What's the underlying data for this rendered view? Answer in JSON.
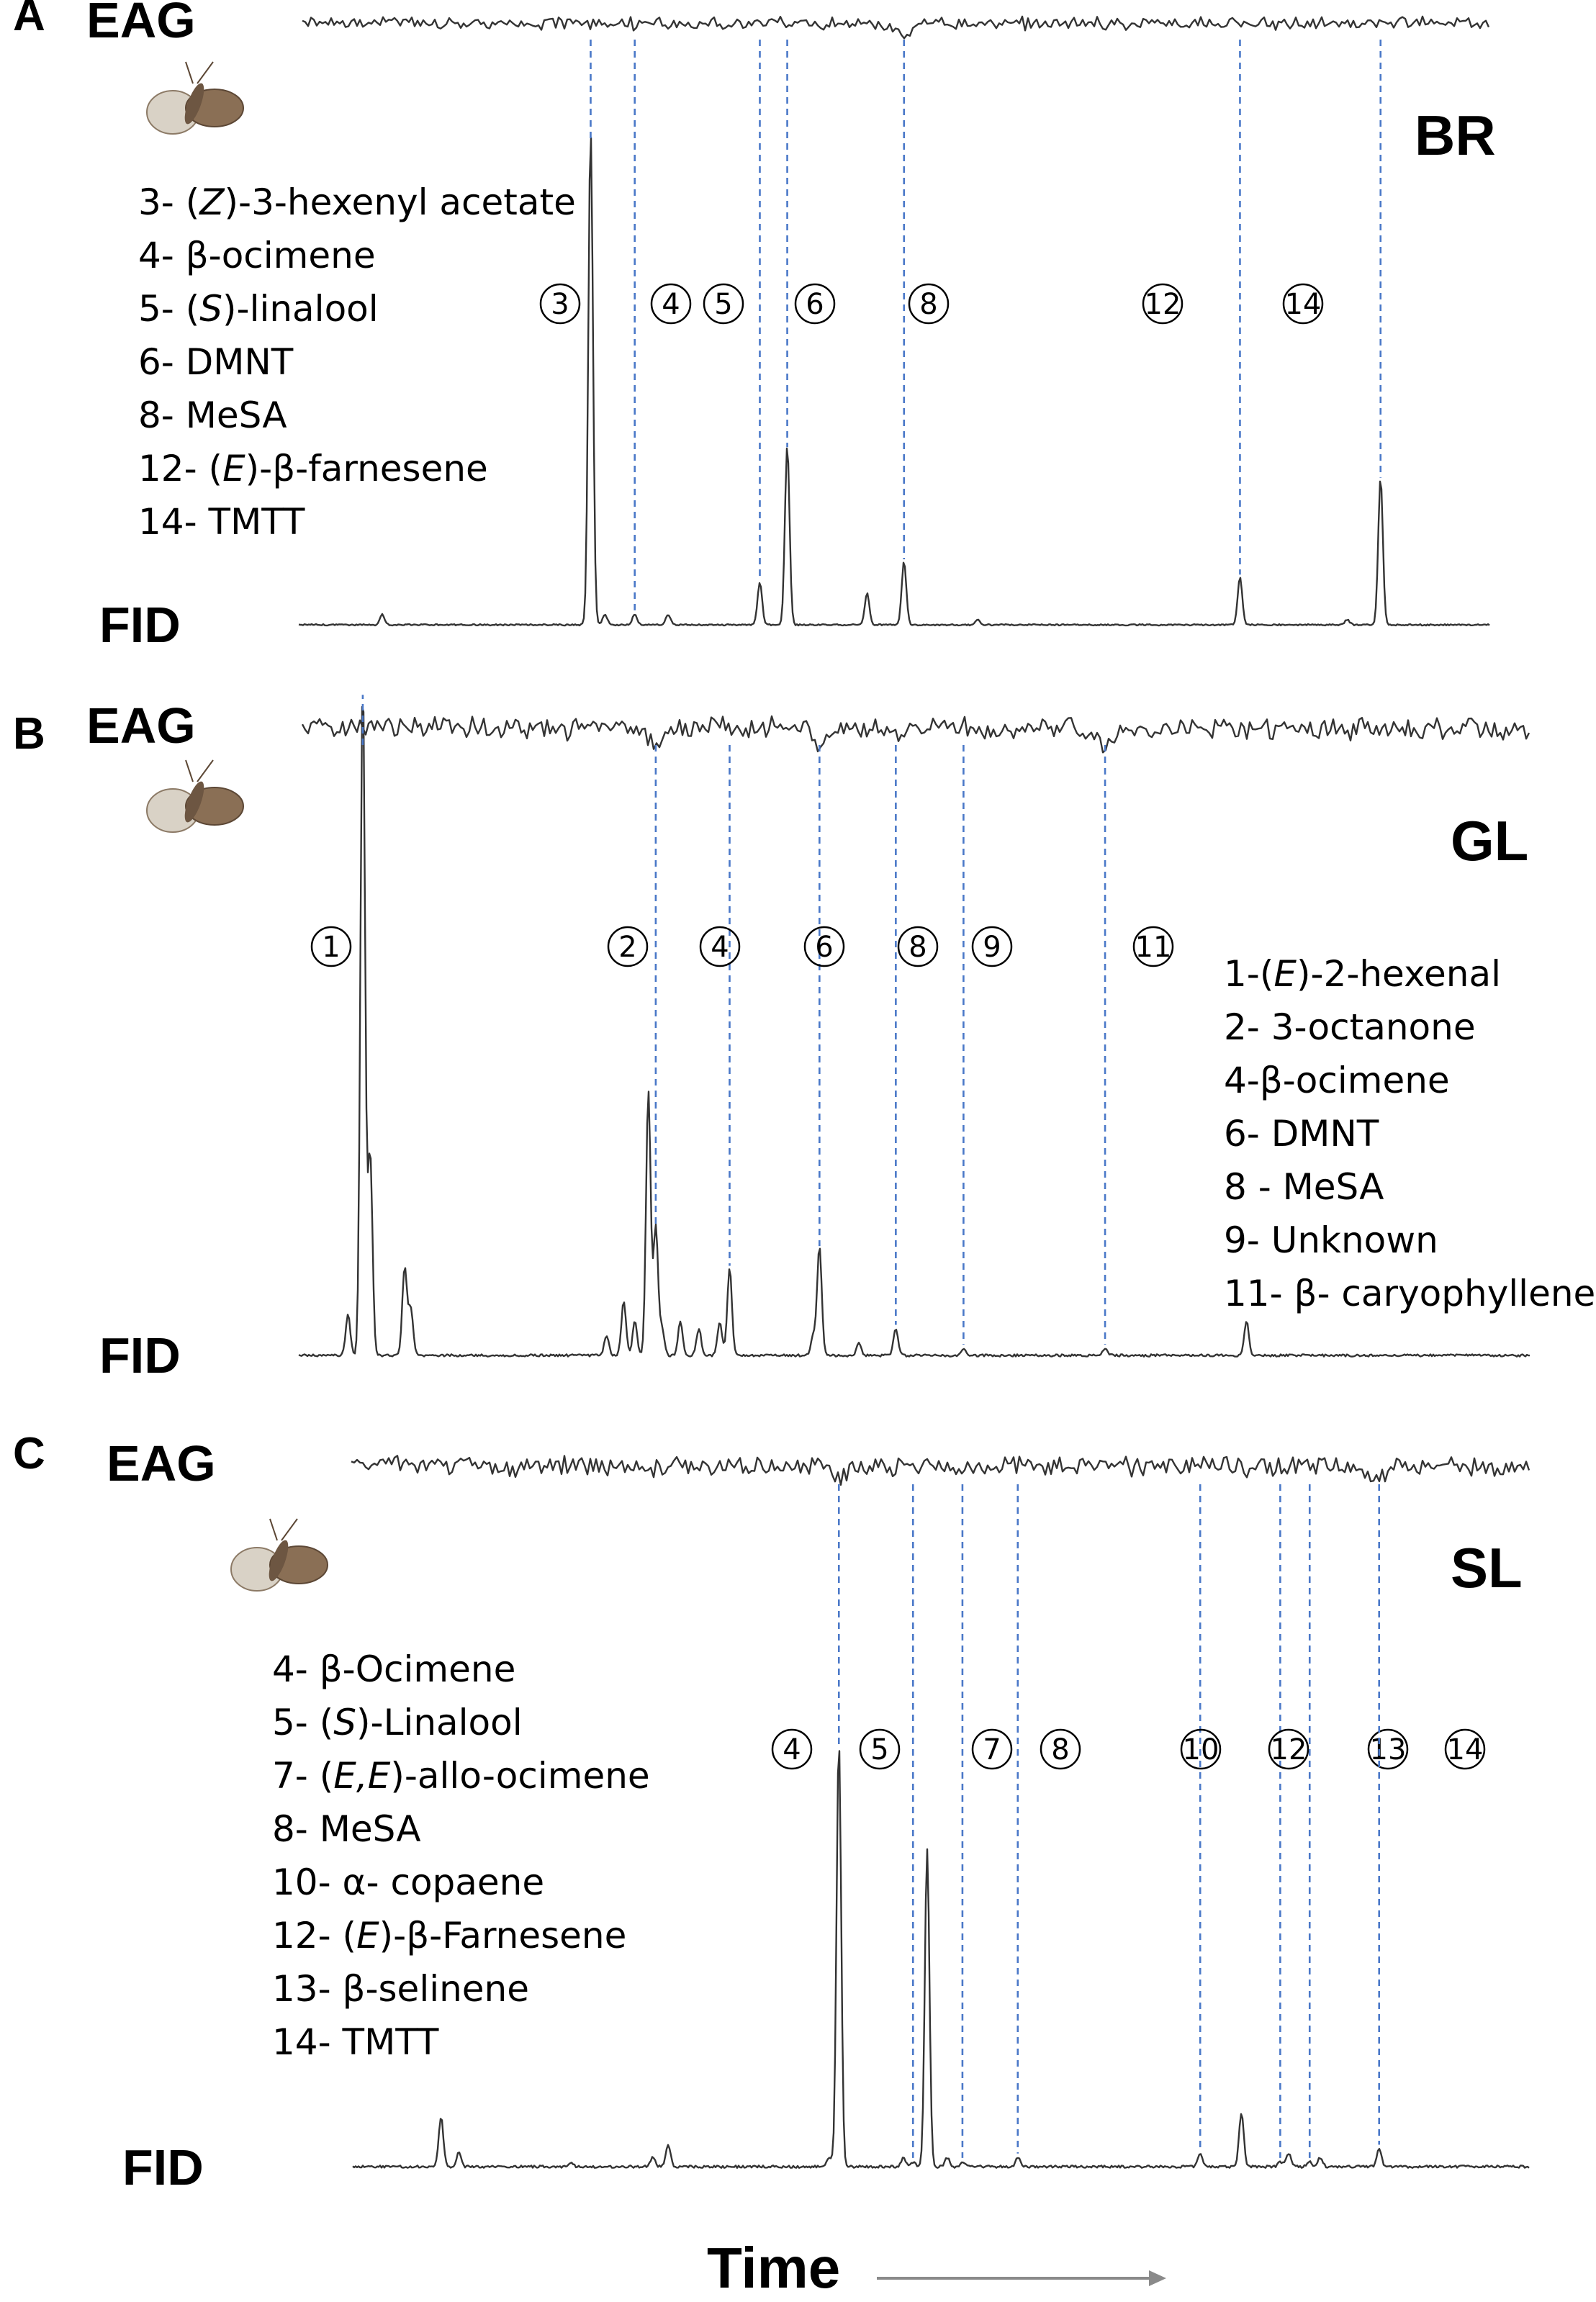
{
  "chart_data": [
    {
      "type": "line",
      "panel": "A",
      "tissue": "BR",
      "traces": [
        "EAG",
        "FID"
      ],
      "peaks": [
        {
          "num": "3",
          "name": "(Z)-3-hexenyl acetate",
          "x": 0.245,
          "fid": 0.94,
          "eag": 0.0
        },
        {
          "num": "4",
          "name": "β-ocimene",
          "x": 0.282,
          "fid": 0.02,
          "eag": 0.0
        },
        {
          "num": "5",
          "name": "(S)-linalool",
          "x": 0.387,
          "fid": 0.08,
          "eag": 0.0
        },
        {
          "num": "6",
          "name": "DMNT",
          "x": 0.41,
          "fid": 0.34,
          "eag": 0.0
        },
        {
          "num": "8",
          "name": "MeSA",
          "x": 0.508,
          "fid": 0.12,
          "eag": 0.35
        },
        {
          "num": "12",
          "name": "(E)-β-farnesene",
          "x": 0.79,
          "fid": 0.09,
          "eag": 0.0
        },
        {
          "num": "14",
          "name": "TMTT",
          "x": 0.908,
          "fid": 0.28,
          "eag": 0.0
        }
      ],
      "other_fid_peaks": [
        {
          "x": 0.07,
          "h": 0.02
        },
        {
          "x": 0.257,
          "h": 0.02
        },
        {
          "x": 0.31,
          "h": 0.02
        },
        {
          "x": 0.477,
          "h": 0.06
        },
        {
          "x": 0.57,
          "h": 0.01
        },
        {
          "x": 0.88,
          "h": 0.01
        }
      ],
      "legend": [
        {
          "num": "3- ",
          "name_pre": "(",
          "name_ital": "Z",
          "name_post": ")-3-hexenyl  acetate"
        },
        {
          "num": "4- ",
          "name_pre": "β-ocimene",
          "name_ital": "",
          "name_post": ""
        },
        {
          "num": "5- ",
          "name_pre": "(",
          "name_ital": "S",
          "name_post": ")-linalool"
        },
        {
          "num": "6- ",
          "name_pre": "DMNT",
          "name_ital": "",
          "name_post": ""
        },
        {
          "num": "8- ",
          "name_pre": "MeSA",
          "name_ital": "",
          "name_post": ""
        },
        {
          "num": "12- ",
          "name_pre": "(",
          "name_ital": "E",
          "name_post": ")-β-farnesene"
        },
        {
          "num": "14- ",
          "name_pre": "TMTT",
          "name_ital": "",
          "name_post": ""
        }
      ]
    },
    {
      "type": "line",
      "panel": "B",
      "tissue": "GL",
      "traces": [
        "EAG",
        "FID"
      ],
      "peaks": [
        {
          "num": "1",
          "name": "(E)-2-hexenal",
          "x": 0.052,
          "fid": 1.0,
          "eag": 0.0
        },
        {
          "num": "2",
          "name": "3-octanone",
          "x": 0.29,
          "fid": 0.19,
          "eag": 0.25
        },
        {
          "num": "4",
          "name": "β-ocimene",
          "x": 0.35,
          "fid": 0.13,
          "eag": 0.0
        },
        {
          "num": "6",
          "name": "DMNT",
          "x": 0.423,
          "fid": 0.16,
          "eag": 0.4
        },
        {
          "num": "8",
          "name": "MeSA",
          "x": 0.485,
          "fid": 0.04,
          "eag": 0.2
        },
        {
          "num": "9",
          "name": "Unknown",
          "x": 0.54,
          "fid": 0.01,
          "eag": 0.0
        },
        {
          "num": "11",
          "name": "β- caryophyllene",
          "x": 0.655,
          "fid": 0.01,
          "eag": 0.45
        }
      ],
      "other_fid_peaks": [
        {
          "x": 0.04,
          "h": 0.06
        },
        {
          "x": 0.058,
          "h": 0.3
        },
        {
          "x": 0.086,
          "h": 0.13
        },
        {
          "x": 0.091,
          "h": 0.07
        },
        {
          "x": 0.25,
          "h": 0.03
        },
        {
          "x": 0.264,
          "h": 0.08
        },
        {
          "x": 0.273,
          "h": 0.05
        },
        {
          "x": 0.284,
          "h": 0.39
        },
        {
          "x": 0.295,
          "h": 0.04
        },
        {
          "x": 0.31,
          "h": 0.05
        },
        {
          "x": 0.325,
          "h": 0.04
        },
        {
          "x": 0.342,
          "h": 0.05
        },
        {
          "x": 0.418,
          "h": 0.03
        },
        {
          "x": 0.455,
          "h": 0.02
        },
        {
          "x": 0.77,
          "h": 0.05
        }
      ],
      "legend": [
        {
          "num": "1-",
          "name_pre": "(",
          "name_ital": "E",
          "name_post": ")-2-hexenal"
        },
        {
          "num": "2- ",
          "name_pre": "3-octanone",
          "name_ital": "",
          "name_post": ""
        },
        {
          "num": "4-",
          "name_pre": "β-ocimene",
          "name_ital": "",
          "name_post": ""
        },
        {
          "num": "6- ",
          "name_pre": "DMNT",
          "name_ital": "",
          "name_post": ""
        },
        {
          "num": "8 - ",
          "name_pre": "MeSA",
          "name_ital": "",
          "name_post": ""
        },
        {
          "num": "9- ",
          "name_pre": "Unknown",
          "name_ital": "",
          "name_post": ""
        },
        {
          "num": "11- ",
          "name_pre": "β- caryophyllene",
          "name_ital": "",
          "name_post": ""
        }
      ]
    },
    {
      "type": "line",
      "panel": "C",
      "tissue": "SL",
      "traces": [
        "EAG",
        "FID"
      ],
      "peaks": [
        {
          "num": "4",
          "name": "β-Ocimene",
          "x": 0.413,
          "fid": 0.94,
          "eag": 0.35
        },
        {
          "num": "5",
          "name": "(S)-Linalool",
          "x": 0.476,
          "fid": 0.01,
          "eag": 0.0
        },
        {
          "num": "7",
          "name": "(E,E)-allo-ocimene",
          "x": 0.518,
          "fid": 0.01,
          "eag": 0.0
        },
        {
          "num": "8",
          "name": "MeSA",
          "x": 0.565,
          "fid": 0.02,
          "eag": 0.0
        },
        {
          "num": "10",
          "name": "α- copaene",
          "x": 0.72,
          "fid": 0.03,
          "eag": 0.0
        },
        {
          "num": "12",
          "name": "(E)-β-Farnesene",
          "x": 0.788,
          "fid": 0.01,
          "eag": 0.0
        },
        {
          "num": "13",
          "name": "β-selinene",
          "x": 0.813,
          "fid": 0.01,
          "eag": 0.0
        },
        {
          "num": "14",
          "name": "TMTT",
          "x": 0.872,
          "fid": 0.04,
          "eag": 0.3
        }
      ],
      "other_fid_peaks": [
        {
          "x": 0.075,
          "h": 0.11
        },
        {
          "x": 0.09,
          "h": 0.03
        },
        {
          "x": 0.185,
          "h": 0.01
        },
        {
          "x": 0.255,
          "h": 0.02
        },
        {
          "x": 0.268,
          "h": 0.05
        },
        {
          "x": 0.405,
          "h": 0.02
        },
        {
          "x": 0.468,
          "h": 0.02
        },
        {
          "x": 0.488,
          "h": 0.7
        },
        {
          "x": 0.505,
          "h": 0.02
        },
        {
          "x": 0.755,
          "h": 0.12
        },
        {
          "x": 0.795,
          "h": 0.03
        },
        {
          "x": 0.822,
          "h": 0.02
        }
      ],
      "legend": [
        {
          "num": "4- ",
          "name_pre": "β-Ocimene",
          "name_ital": "",
          "name_post": ""
        },
        {
          "num": "5- ",
          "name_pre": "(",
          "name_ital": "S",
          "name_post": ")-Linalool"
        },
        {
          "num": "7- ",
          "name_pre": "(",
          "name_ital": "E,E",
          "name_post": ")-allo-ocimene"
        },
        {
          "num": "8- ",
          "name_pre": "MeSA",
          "name_ital": "",
          "name_post": ""
        },
        {
          "num": "10- ",
          "name_pre": "α- copaene",
          "name_ital": "",
          "name_post": ""
        },
        {
          "num": "12- ",
          "name_pre": "(",
          "name_ital": "E",
          "name_post": ")-β-Farnesene"
        },
        {
          "num": "13- ",
          "name_pre": "β-selinene",
          "name_ital": "",
          "name_post": ""
        },
        {
          "num": "14- ",
          "name_pre": "TMTT",
          "name_ital": "",
          "name_post": ""
        }
      ]
    }
  ],
  "xlabel": "Time",
  "colors": {
    "trace": "#333333",
    "dash": "#4a78c8",
    "arrow": "#8a8a8a"
  }
}
